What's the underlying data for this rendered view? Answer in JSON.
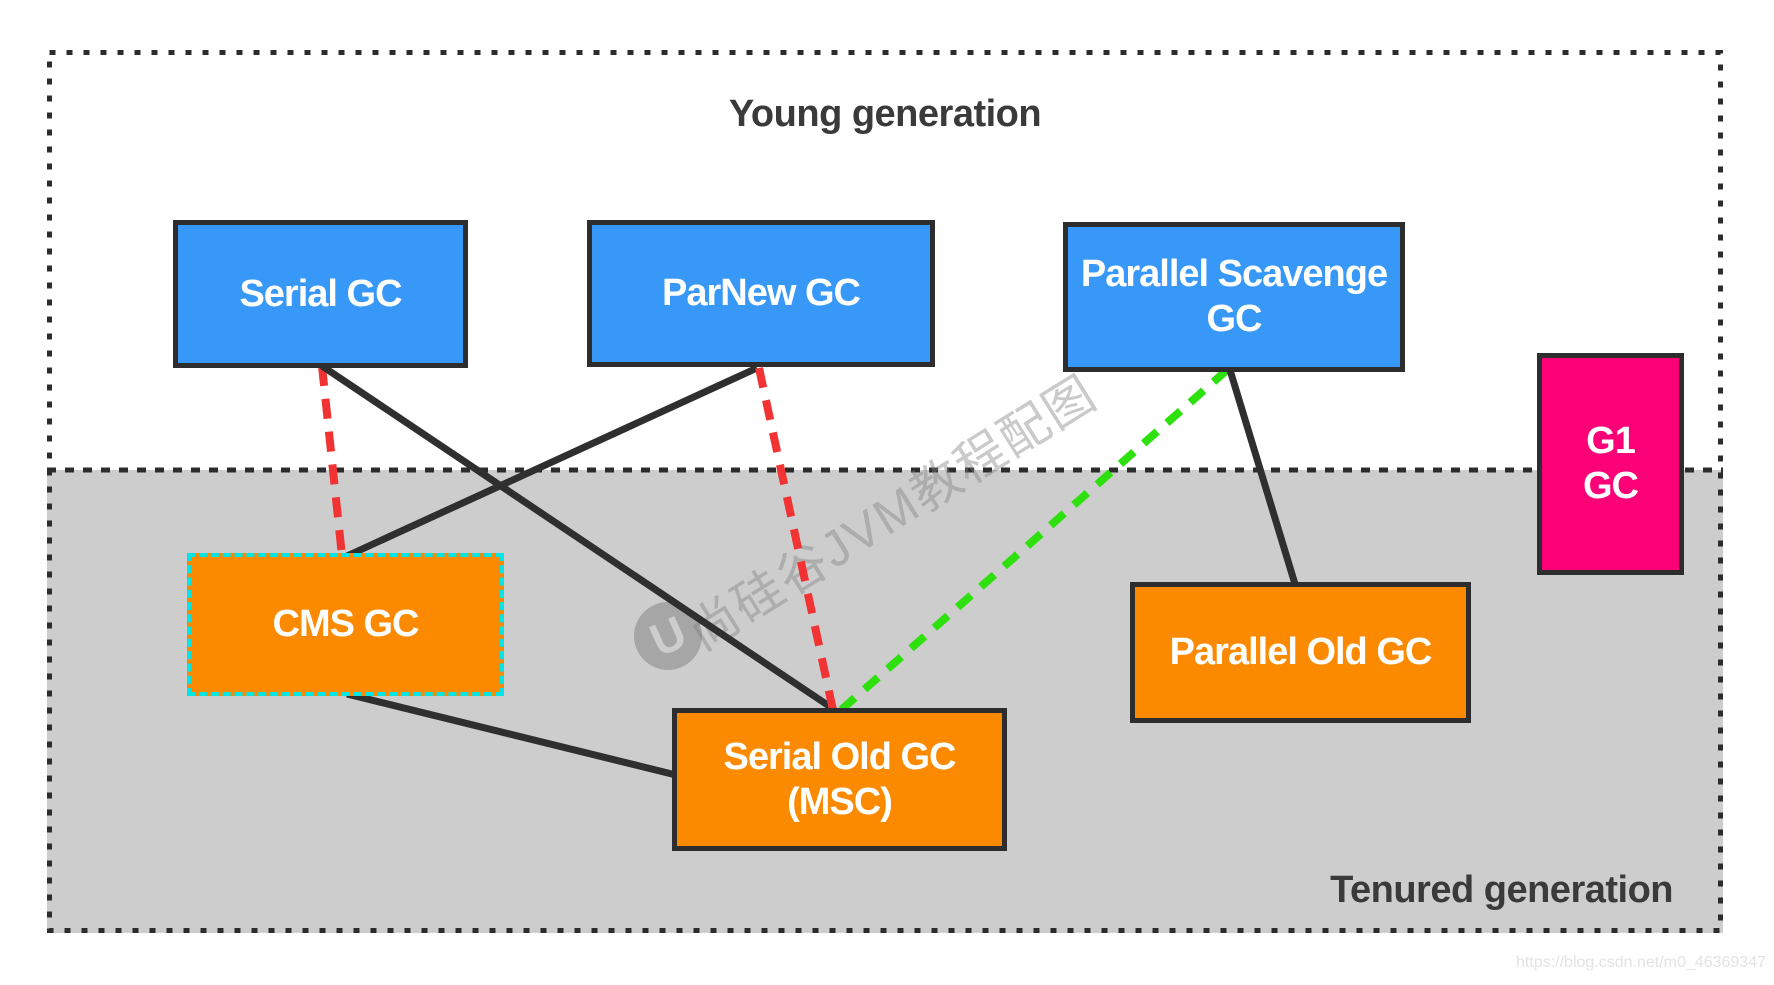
{
  "diagram": {
    "young_region_label": "Young generation",
    "tenured_region_label": "Tenured generation"
  },
  "nodes": {
    "serial": {
      "label": "Serial GC",
      "color": "#3898f7",
      "region": "young"
    },
    "parnew": {
      "label": "ParNew GC",
      "color": "#3898f7",
      "region": "young"
    },
    "parallel_scavenge": {
      "label": "Parallel Scavenge\nGC",
      "color": "#3898f7",
      "region": "young"
    },
    "g1": {
      "label": "G1\nGC",
      "color": "#fb0077",
      "region": "both"
    },
    "cms": {
      "label": "CMS GC",
      "color": "#fc8a00",
      "region": "tenured",
      "border": "cyan-dashed"
    },
    "serial_old": {
      "label": "Serial Old GC\n(MSC)",
      "color": "#fc8a00",
      "region": "tenured"
    },
    "parallel_old": {
      "label": "Parallel Old GC",
      "color": "#fc8a00",
      "region": "tenured"
    }
  },
  "edges": [
    {
      "from": "Serial GC",
      "to": "CMS GC",
      "style": "dashed",
      "color": "#f23333"
    },
    {
      "from": "Serial GC",
      "to": "Serial Old GC (MSC)",
      "style": "solid",
      "color": "#2f2f2f"
    },
    {
      "from": "ParNew GC",
      "to": "CMS GC",
      "style": "solid",
      "color": "#2f2f2f"
    },
    {
      "from": "ParNew GC",
      "to": "Serial Old GC (MSC)",
      "style": "dashed",
      "color": "#f23333"
    },
    {
      "from": "Parallel Scavenge GC",
      "to": "Serial Old GC (MSC)",
      "style": "dashed",
      "color": "#2ee10e"
    },
    {
      "from": "Parallel Scavenge GC",
      "to": "Parallel Old GC",
      "style": "solid",
      "color": "#2f2f2f"
    },
    {
      "from": "CMS GC",
      "to": "Serial Old GC (MSC)",
      "style": "solid",
      "color": "#2f2f2f"
    }
  ],
  "watermark": {
    "logo": "U",
    "text": "尚硅谷JVM教程配图",
    "url": "https://blog.csdn.net/m0_46369347"
  },
  "colors": {
    "young_bg": "#ffffff",
    "tenured_bg": "#cdcdcd",
    "border": "#2c2c2c",
    "node_blue": "#3898f7",
    "node_orange": "#fc8a00",
    "node_magenta": "#fb0077",
    "cms_border_cyan": "#00e6e6",
    "edge_red": "#f23333",
    "edge_green": "#2ee10e",
    "edge_black": "#2f2f2f"
  }
}
